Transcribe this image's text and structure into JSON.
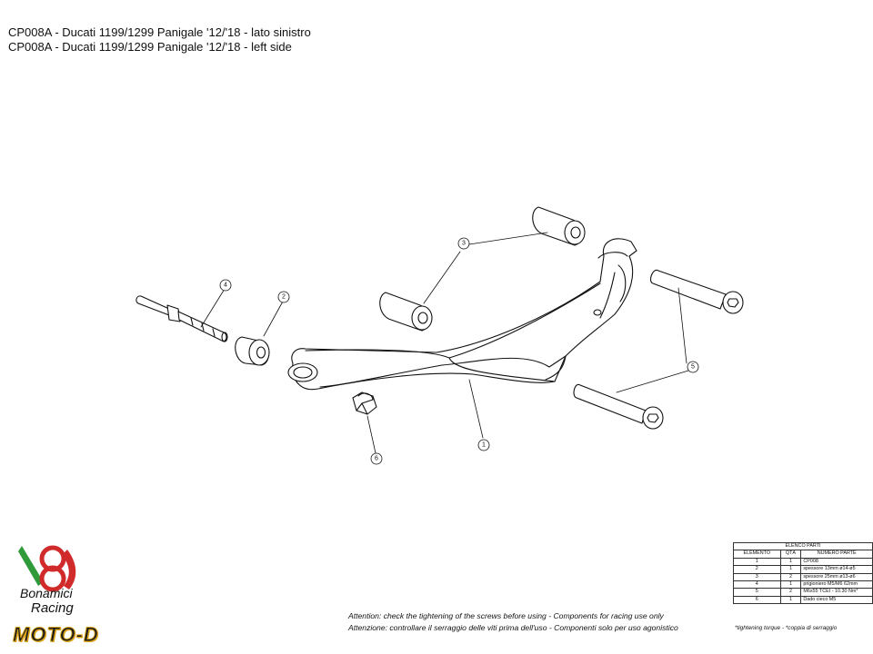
{
  "titles": {
    "line1": "CP008A - Ducati 1199/1299 Panigale '12/'18 - lato sinistro",
    "line2": "CP008A - Ducati 1199/1299 Panigale '12/'18 - left side"
  },
  "callouts": [
    {
      "id": "1",
      "label": "1"
    },
    {
      "id": "2",
      "label": "2"
    },
    {
      "id": "3",
      "label": "3"
    },
    {
      "id": "4",
      "label": "4"
    },
    {
      "id": "5",
      "label": "5"
    },
    {
      "id": "6",
      "label": "6"
    }
  ],
  "parts_table": {
    "caption": "ELENCO PARTI",
    "headers": [
      "ELEMENTO",
      "QTÀ",
      "NUMERO PARTE"
    ],
    "rows": [
      [
        "1",
        "1",
        "CP008"
      ],
      [
        "2",
        "1",
        "spessore 13mm ø14-ø5"
      ],
      [
        "3",
        "2",
        "spessore 25mm ø13-ø6"
      ],
      [
        "4",
        "1",
        "prigioniero M5/M6 62mm"
      ],
      [
        "5",
        "2",
        "M6x55 TCEI - 10.30 Nm*"
      ],
      [
        "6",
        "1",
        "Dado cieco M5"
      ]
    ]
  },
  "notes": {
    "english": "Attention: check the tightening of the screws before using - Components for racing use only",
    "italian": "Attenzione: controllare il serraggio delle viti prima dell'uso - Componenti solo per uso agonistico",
    "torque": "*tightening torque - *coppia di serraggio"
  },
  "branding": {
    "logo_mark": "Bonamici Racing 8 logo",
    "line1": "Bonamici",
    "line2": "Racing",
    "moto": "MOTO-D",
    "colors": {
      "green": "#2e9a3a",
      "red": "#d12a2a",
      "gold": "#d9a21b"
    }
  }
}
